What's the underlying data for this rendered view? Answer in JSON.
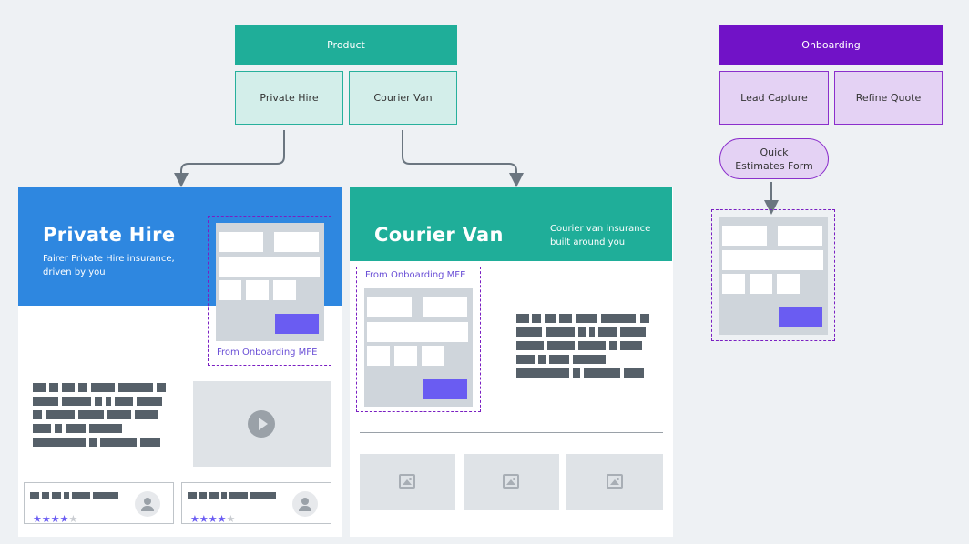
{
  "product": {
    "header": "Product",
    "cells": [
      "Private Hire",
      "Courier Van"
    ]
  },
  "onboarding": {
    "header": "Onboarding",
    "cells": [
      "Lead Capture",
      "Refine Quote"
    ],
    "pill": "Quick Estimates Form"
  },
  "private_hire_page": {
    "title": "Private Hire",
    "subtitle": "Fairer Private Hire insurance, driven by you",
    "mfe_label": "From Onboarding MFE",
    "reviews": [
      {
        "stars": 4,
        "max_stars": 5
      },
      {
        "stars": 4,
        "max_stars": 5
      }
    ]
  },
  "courier_van_page": {
    "title": "Courier Van",
    "subtitle": "Courier van insurance built around you",
    "mfe_label": "From Onboarding MFE"
  },
  "colors": {
    "teal": "#1fae99",
    "teal_light": "#d3eeea",
    "purple": "#7112c7",
    "purple_light": "#e4d2f4",
    "blue": "#2e87e0",
    "button": "#6a5cf2",
    "text_placeholder": "#566069"
  },
  "icons": [
    "play-icon",
    "image-icon",
    "avatar-icon",
    "star-icon",
    "arrow-down-icon"
  ]
}
